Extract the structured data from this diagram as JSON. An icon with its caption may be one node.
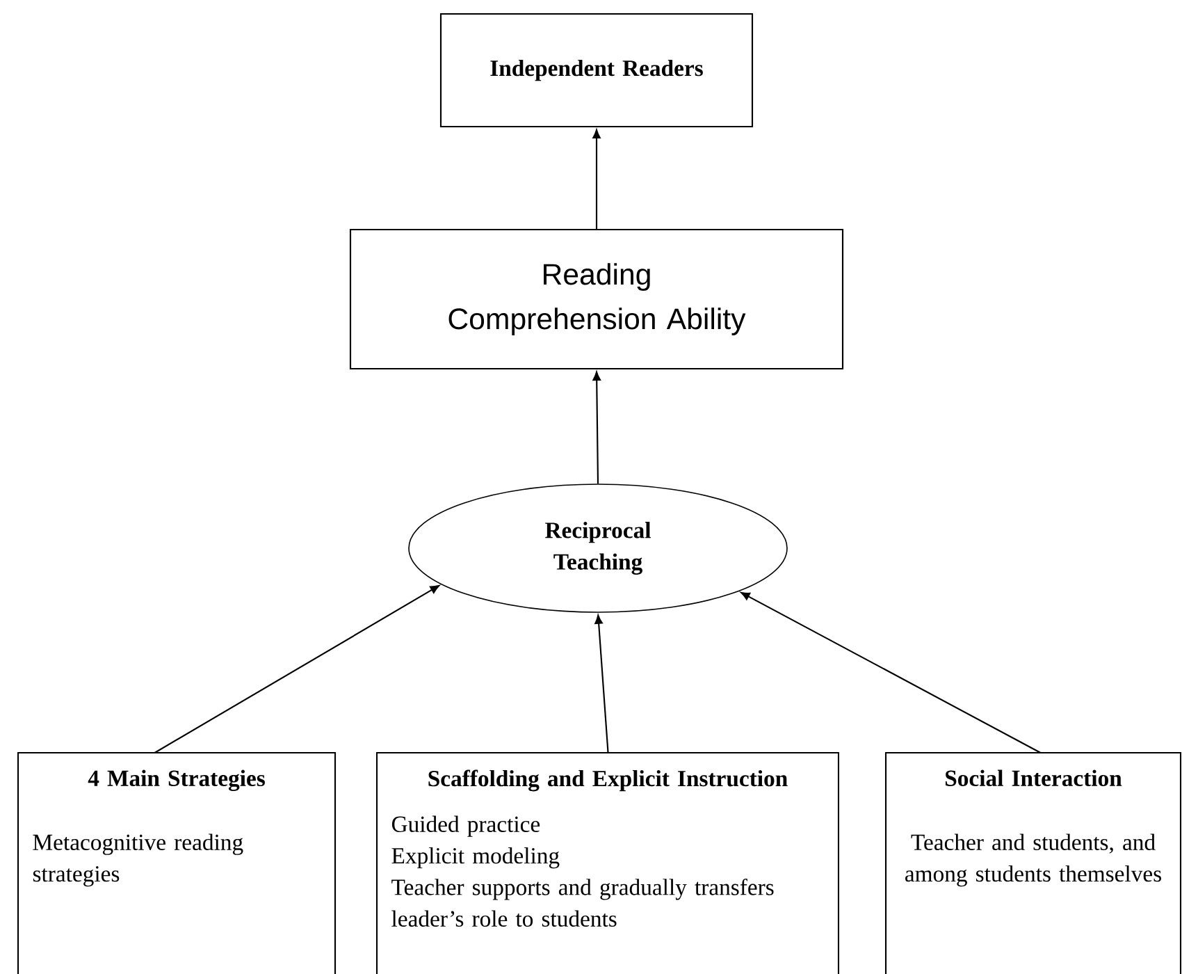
{
  "diagram": {
    "nodes": [
      {
        "text": [
          "Independent Readers"
        ]
      },
      {
        "text": [
          "Reading Comprehension Ability"
        ]
      },
      {
        "text": [
          "Reciprocal Teaching"
        ]
      },
      {
        "text": [
          "4 Main Strategies",
          "Metacognitive reading strategies"
        ]
      },
      {
        "text": [
          "Scaffolding and Explicit Instruction",
          "Guided practice",
          "Explicit modeling",
          "Teacher supports and gradually transfers leader’s role to students"
        ]
      },
      {
        "text": [
          "Social Interaction",
          "Teacher and students, and among students themselves"
        ]
      }
    ],
    "edges": [
      {
        "from": 1,
        "to": 0,
        "arrow": "to"
      },
      {
        "from": 2,
        "to": 1,
        "arrow": "to"
      },
      {
        "from": 3,
        "to": 2,
        "arrow": "to"
      },
      {
        "from": 4,
        "to": 2,
        "arrow": "to"
      },
      {
        "from": 5,
        "to": 2,
        "arrow": "to"
      }
    ]
  }
}
